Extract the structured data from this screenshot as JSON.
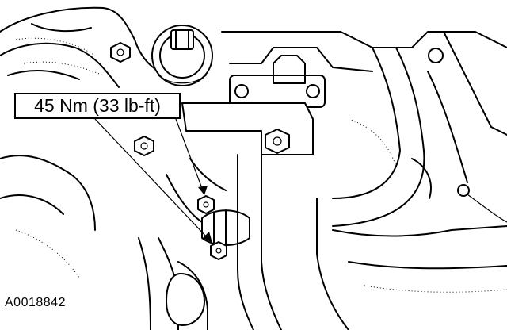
{
  "diagram": {
    "callout_label": "45 Nm (33 lb-ft)",
    "figure_id": "A0018842"
  },
  "colors": {
    "ink": "#000000",
    "background": "#ffffff"
  },
  "icons": {
    "arrow": "arrowhead",
    "bolt": "hex-bolt-icon"
  }
}
